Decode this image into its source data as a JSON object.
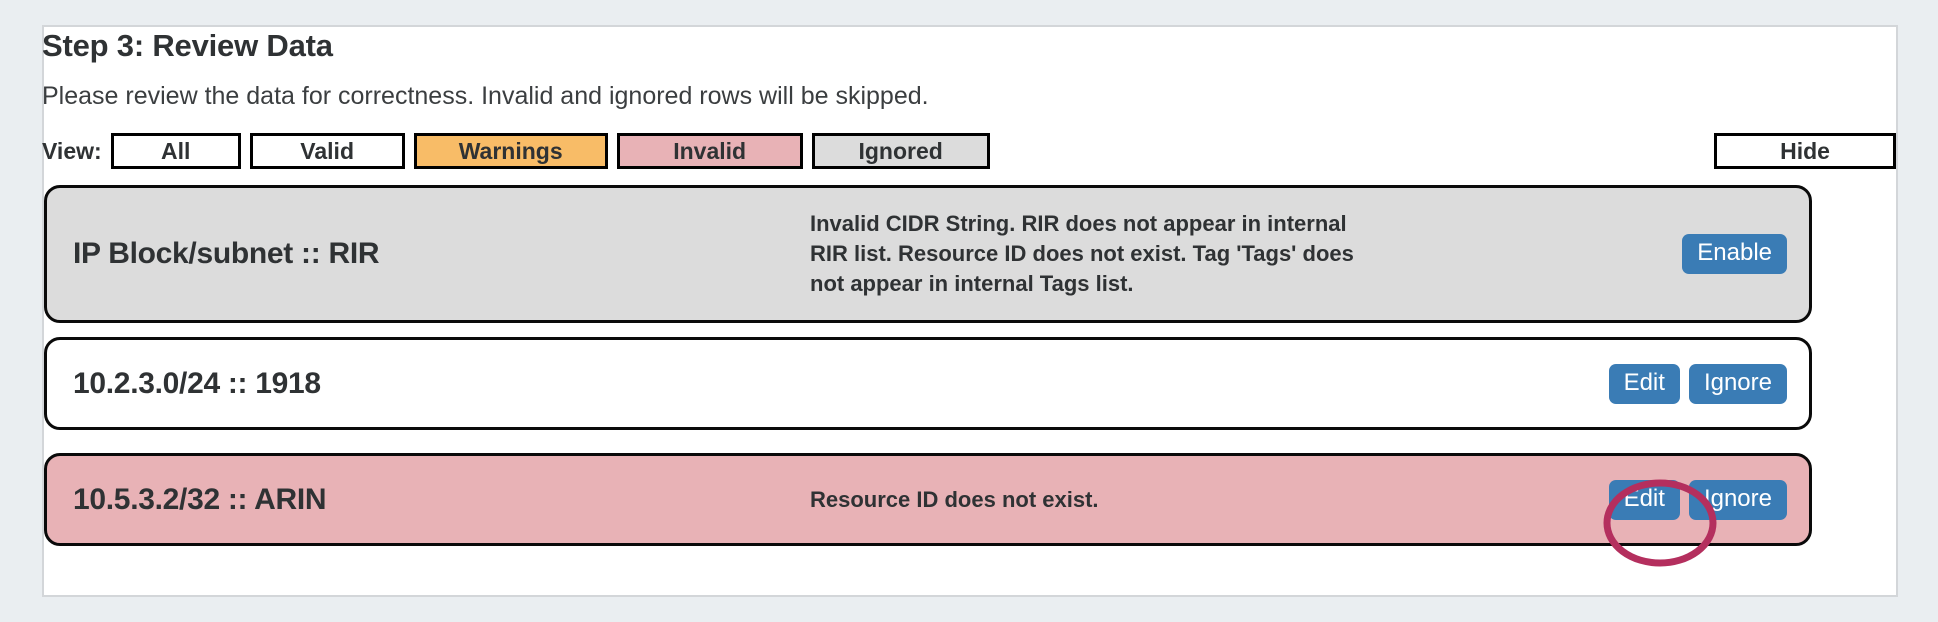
{
  "page": {
    "background_color": "#eaeef1",
    "card_background": "#ffffff"
  },
  "header": {
    "title": "Step 3: Review Data",
    "subtitle": "Please review the data for correctness. Invalid and ignored rows will be skipped."
  },
  "filters": {
    "label": "View:",
    "options": [
      {
        "label": "All",
        "color": "#ffffff",
        "selected": false
      },
      {
        "label": "Valid",
        "color": "#ffffff",
        "selected": false
      },
      {
        "label": "Warnings",
        "color": "#f8bc67",
        "selected": true
      },
      {
        "label": "Invalid",
        "color": "#e8b2b6",
        "selected": true
      },
      {
        "label": "Ignored",
        "color": "#dcdcdc",
        "selected": true
      }
    ],
    "hide_label": "Hide"
  },
  "rows": [
    {
      "label": "IP Block/subnet :: RIR",
      "message": "Invalid CIDR String. RIR does not appear in internal RIR list. Resource ID does not exist. Tag 'Tags' does not appear in internal Tags list.",
      "status": "ignored",
      "background": "#dcdcdc",
      "actions": [
        {
          "label": "Enable",
          "color": "#3a7cb5"
        }
      ]
    },
    {
      "label": "10.2.3.0/24 :: 1918",
      "message": "",
      "status": "valid",
      "background": "#ffffff",
      "actions": [
        {
          "label": "Edit",
          "color": "#3a7cb5"
        },
        {
          "label": "Ignore",
          "color": "#3a7cb5"
        }
      ]
    },
    {
      "label": "10.5.3.2/32 :: ARIN",
      "message": "Resource ID does not exist.",
      "status": "invalid",
      "background": "#e8b2b6",
      "actions": [
        {
          "label": "Edit",
          "color": "#3a7cb5"
        },
        {
          "label": "Ignore",
          "color": "#3a7cb5"
        }
      ]
    }
  ],
  "annotation": {
    "shape": "ellipse",
    "color": "#b42f5e",
    "targets": "Edit"
  }
}
